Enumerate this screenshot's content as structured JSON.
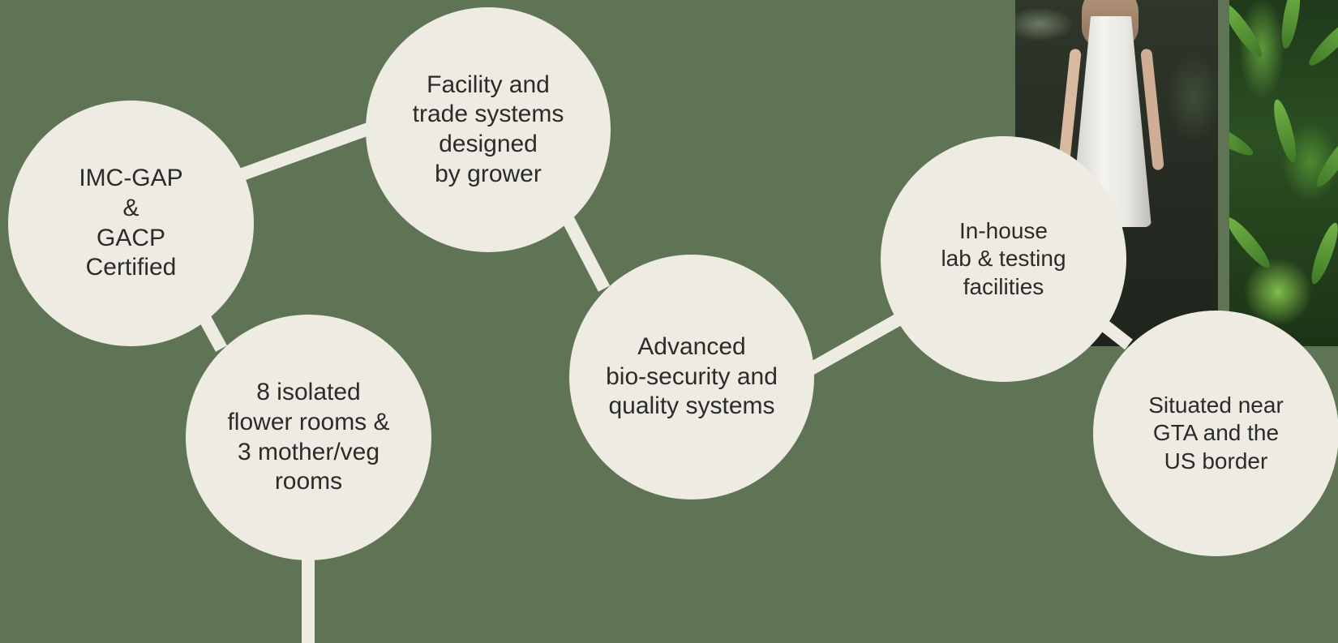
{
  "features": {
    "imc_gap": [
      "IMC-GAP",
      "&",
      "GACP",
      "Certified"
    ],
    "facility": [
      "Facility and",
      "trade systems",
      "designed",
      "by grower"
    ],
    "rooms": [
      "8 isolated",
      "flower rooms &",
      "3 mother/veg",
      "rooms"
    ],
    "biosecurity": [
      "Advanced",
      "bio-security and",
      "quality systems"
    ],
    "lab": [
      "In-house",
      "lab & testing",
      "facilities"
    ],
    "location": [
      "Situated near",
      "GTA and the",
      "US border"
    ]
  },
  "colors": {
    "background": "#5e7455",
    "circle_fill": "#eeebe3",
    "connector": "#eeebe3",
    "text": "#2b2b2b"
  },
  "images": {
    "garden_photo": "woman-in-white-dress-in-garden-photo",
    "leaves_photo": "cannabis-leaves-photo"
  }
}
